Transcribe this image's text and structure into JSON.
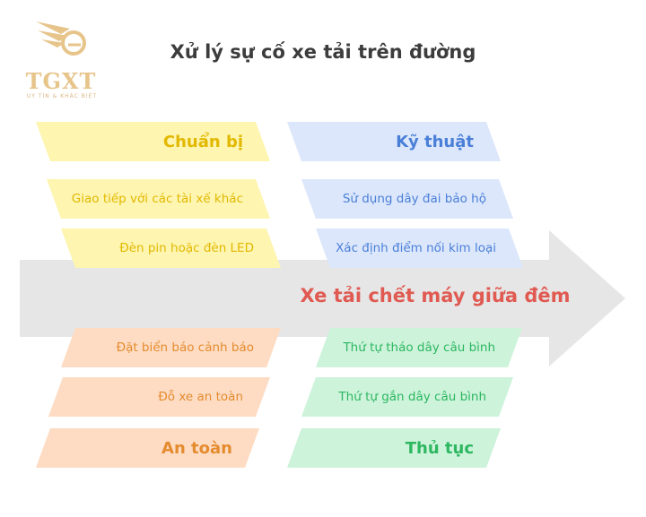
{
  "logo": {
    "name": "TGXT",
    "tagline": "UY TÍN & KHÁC BIỆT"
  },
  "title": "Xử lý sự cố xe tải trên đường",
  "center_label": "Xe tải chết máy giữa đêm",
  "colors": {
    "yellow_bg": "#fdf5b0",
    "yellow_text": "#e3b800",
    "blue_bg": "#dce7fb",
    "blue_text": "#4a7fd8",
    "orange_bg": "#fddcc3",
    "orange_text": "#e58b2f",
    "green_bg": "#cdf3db",
    "green_text": "#2db760",
    "arrow": "#e6e6e6",
    "center_text": "#e05a52"
  },
  "branches": {
    "prep": {
      "heading": "Chuẩn bị",
      "items": [
        "Giao tiếp với các tài xế khác",
        "Đèn pin hoặc đèn LED"
      ]
    },
    "tech": {
      "heading": "Kỹ thuật",
      "items": [
        "Sử dụng dây đai bảo hộ",
        "Xác định điểm nối kim loại"
      ]
    },
    "safety": {
      "heading": "An toàn",
      "items": [
        "Đặt biển báo cảnh báo",
        "Đỗ xe an toàn"
      ]
    },
    "procedure": {
      "heading": "Thủ tục",
      "items": [
        "Thứ tự tháo dây câu bình",
        "Thứ tự gắn dây câu bình"
      ]
    }
  }
}
